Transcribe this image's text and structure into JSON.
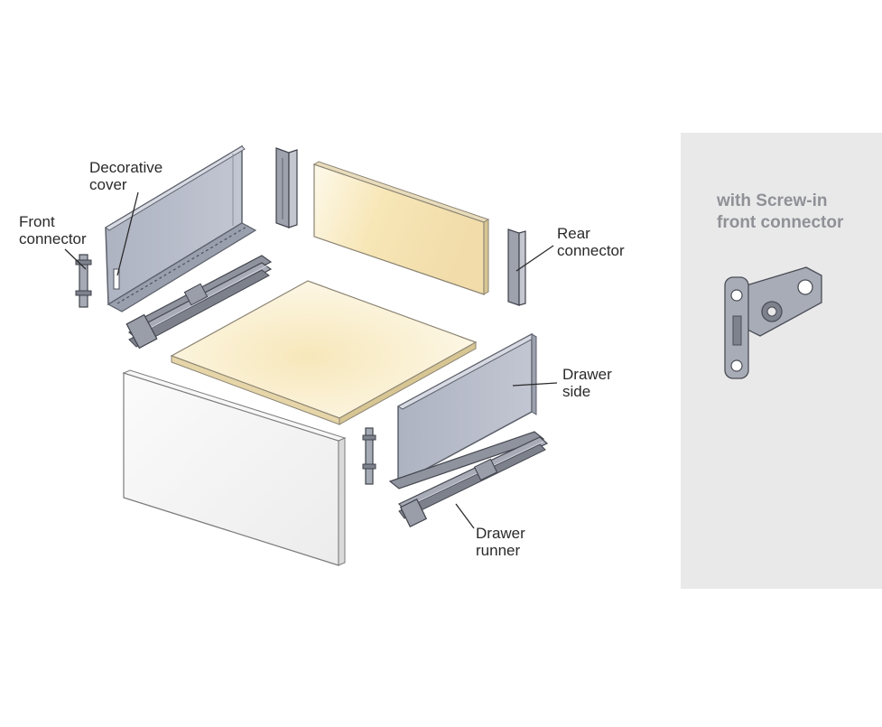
{
  "labels": {
    "decorative_cover": [
      "Decorative",
      "cover"
    ],
    "front_connector": [
      "Front",
      "connector"
    ],
    "rear_connector": [
      "Rear",
      "connector"
    ],
    "drawer_side": [
      "Drawer",
      "side"
    ],
    "drawer_runner": [
      "Drawer",
      "runner"
    ]
  },
  "panel": {
    "title_line1": "with Screw-in",
    "title_line2": "front connector"
  },
  "colors": {
    "panel_bg": "#e9e9ea",
    "steel": "#b4b8c6",
    "steel_dark": "#60646e",
    "wood_light": "#fdf9ea",
    "wood_warm": "#f5e2b3",
    "front_panel": "#f4f4f4",
    "label_text": "#2a2a2a",
    "panel_text": "#8f9196"
  }
}
